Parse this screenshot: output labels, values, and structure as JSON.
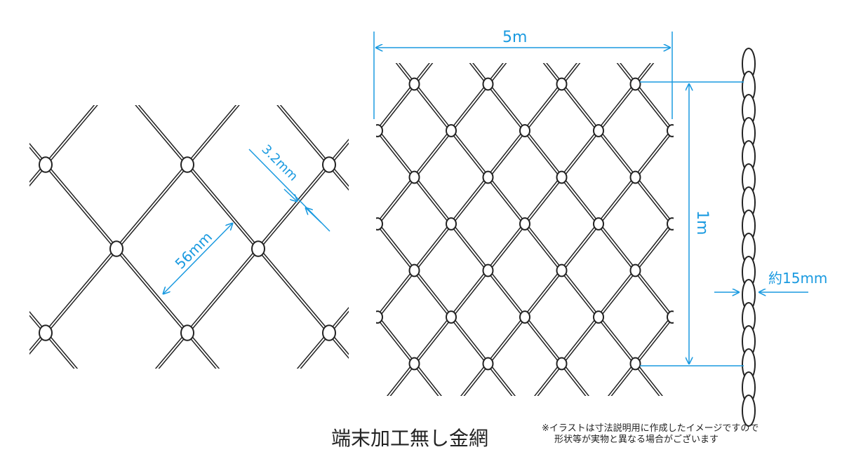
{
  "colors": {
    "dimension": "#1a9ae0",
    "wire": "#222222"
  },
  "left_panel": {
    "mesh_size_label": "56mm",
    "wire_diameter_label": "3.2mm"
  },
  "right_panel": {
    "width_label": "5m",
    "height_label": "1m",
    "thickness_label": "約15mm"
  },
  "title": "端末加工無し金網",
  "note": {
    "line1": "※イラストは寸法説明用に作成したイメージですので",
    "line2": "形状等が実物と異なる場合がございます"
  }
}
